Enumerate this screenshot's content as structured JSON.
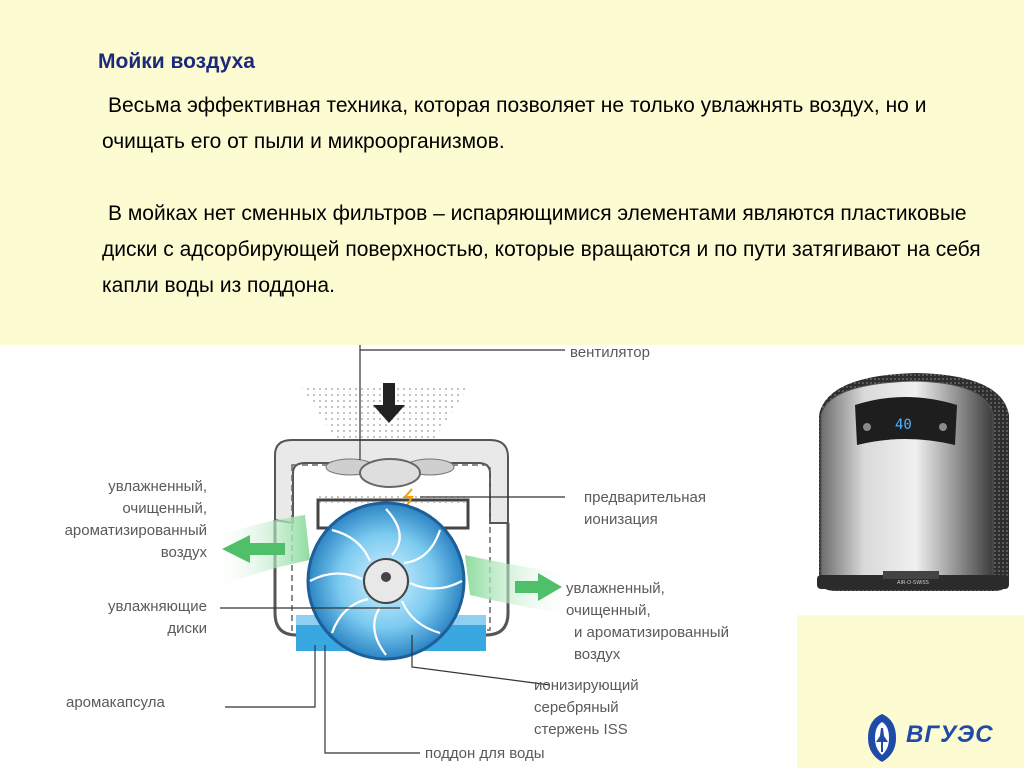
{
  "title": "Мойки воздуха",
  "paragraphs": [
    "Весьма эффективная техника, которая позволяет не только увлажнять воздух, но и очищать его от пыли и микроорганизмов.",
    "В мойках нет сменных фильтров – испаряющимися элементами являются пластиковые диски с адсорбирующей поверхностью, которые вращаются и по пути затягивают на себя капли воды из поддона."
  ],
  "diagram": {
    "labels": {
      "fan": "вентилятор",
      "out_left": [
        "увлажненный,",
        "очищенный,",
        "ароматизированный",
        "воздух"
      ],
      "discs": [
        "увлажняющие",
        "диски"
      ],
      "capsule": "аромакапсула",
      "preionization": [
        "предварительная",
        "ионизация"
      ],
      "out_right": [
        "увлажненный,",
        "очищенный,",
        "и ароматизированный",
        "воздух"
      ],
      "iss": [
        "ионизирующий",
        "серебряный",
        "стержень ISS"
      ],
      "tray": "поддон для воды"
    }
  },
  "product": {
    "display_text": "40",
    "badge_text": "AIR-O-SWISS"
  },
  "logo": {
    "text": "ВГУЭС"
  },
  "colors": {
    "background": "#fdfbd2",
    "title": "#1c2a7a",
    "arrow_green": "#4fbf6a",
    "water_blue": "#3aa8e0",
    "logo_blue": "#1f4aa8"
  }
}
